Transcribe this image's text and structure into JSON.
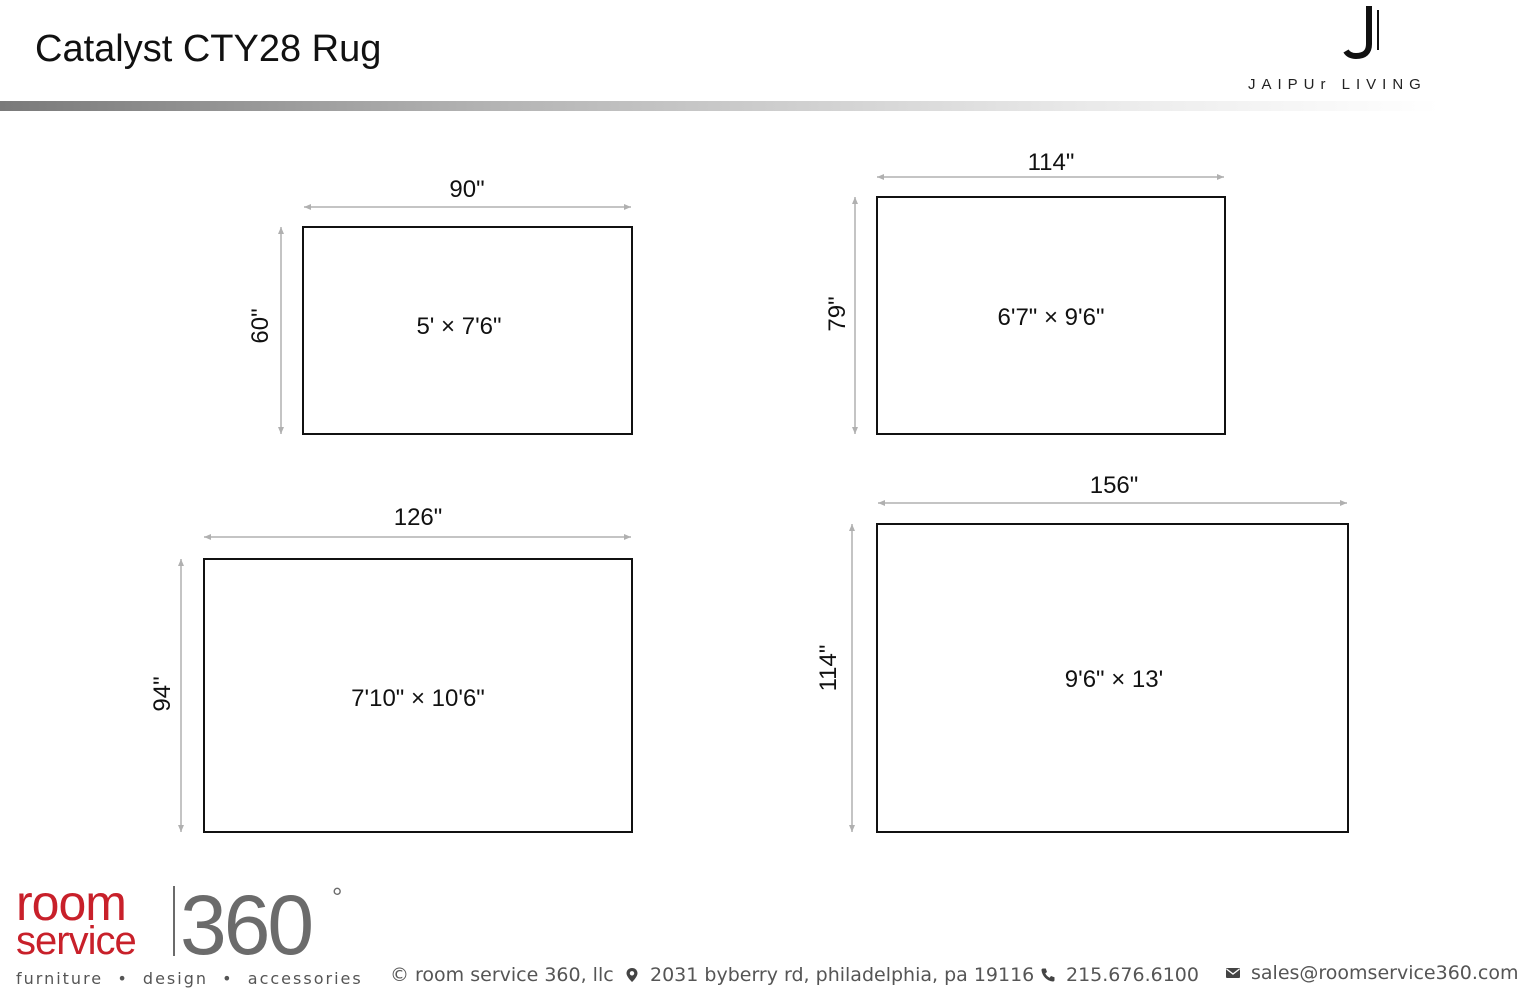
{
  "header": {
    "title": "Catalyst CTY28 Rug",
    "brand_name": "JAIPUr LIVING",
    "brand_mark": "J"
  },
  "rugs": [
    {
      "size_label": "5' × 7'6\"",
      "width_label": "90\"",
      "height_label": "60\"",
      "width_in": 90,
      "height_in": 60
    },
    {
      "size_label": "6'7\" × 9'6\"",
      "width_label": "114\"",
      "height_label": "79\"",
      "width_in": 114,
      "height_in": 79
    },
    {
      "size_label": "7'10\" × 10'6\"",
      "width_label": "126\"",
      "height_label": "94\"",
      "width_in": 126,
      "height_in": 94
    },
    {
      "size_label": "9'6\" × 13'",
      "width_label": "156\"",
      "height_label": "114\"",
      "width_in": 156,
      "height_in": 114
    }
  ],
  "footer": {
    "logo": {
      "line1": "room",
      "line2": "service",
      "number": "360",
      "degree": "°",
      "tagline": "furniture  •  design  •  accessories"
    },
    "copyright": "© room service 360, llc",
    "address": "2031 byberry rd, philadelphia, pa 19116",
    "phone": "215.676.6100",
    "email": "sales@roomservice360.com",
    "icons": {
      "address": "map-pin-icon",
      "phone": "phone-icon",
      "email": "envelope-icon"
    }
  },
  "colors": {
    "brand_red": "#c8202a",
    "logo_gray": "#6b6b6b",
    "dimension_line": "#b0b0b0",
    "rug_outline": "#111111"
  }
}
